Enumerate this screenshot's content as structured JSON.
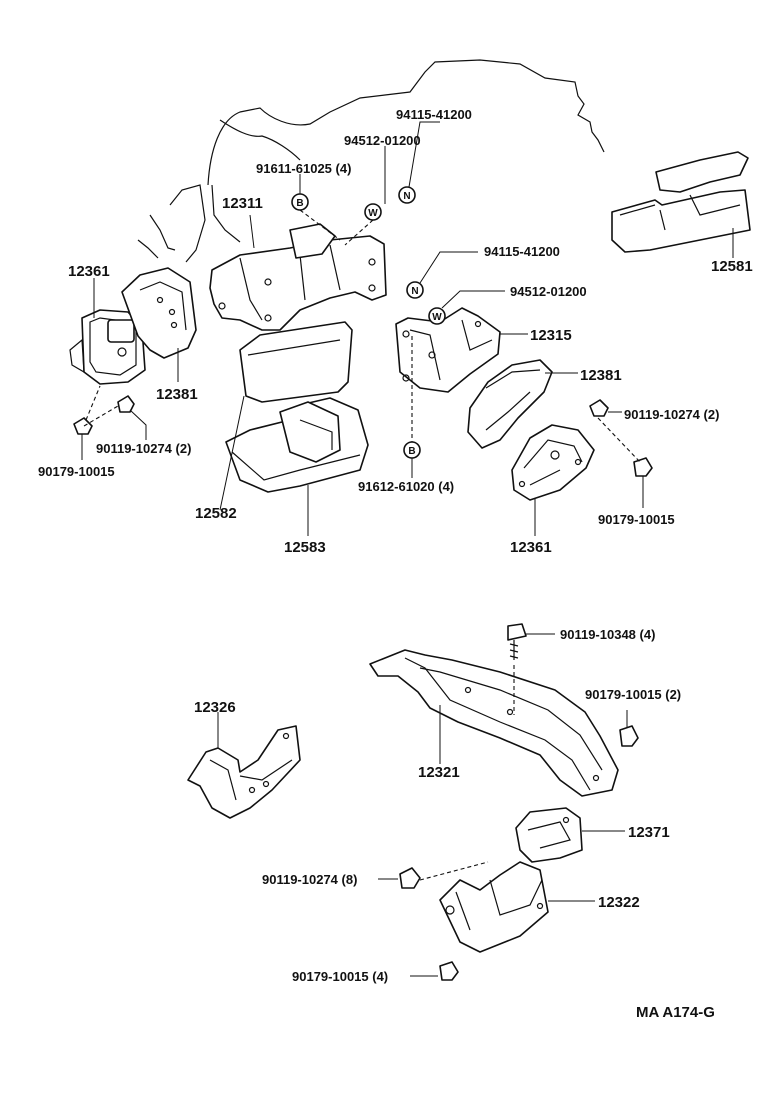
{
  "diagram_code": "MA A174-G",
  "callouts": {
    "p12581": "12581",
    "p12311": "12311",
    "p12361_left": "12361",
    "p12381_left": "12381",
    "p12315": "12315",
    "p12381_right": "12381",
    "p12582": "12582",
    "p12583": "12583",
    "p12361_right": "12361",
    "p12326": "12326",
    "p12321": "12321",
    "p12371": "12371",
    "p12322": "12322",
    "nut_top": "94115-41200",
    "washer_top": "94512-01200",
    "bolt_top": "91611-61025 (4)",
    "nut_right": "94115-41200",
    "washer_right": "94512-01200",
    "bolt_right": "91612-61020 (4)",
    "bolt_left": "90119-10274 (2)",
    "nut_left": "90179-10015",
    "bolt_right_mount": "90119-10274 (2)",
    "nut_right_mount": "90179-10015",
    "bolt_crossmember": "90119-10348 (4)",
    "nut_crossmember": "90179-10015 (2)",
    "bolt_bracket": "90119-10274 (8)",
    "nut_bracket": "90179-10015 (4)"
  },
  "symbols": {
    "nut": "N",
    "washer": "W",
    "bolt": "B"
  }
}
